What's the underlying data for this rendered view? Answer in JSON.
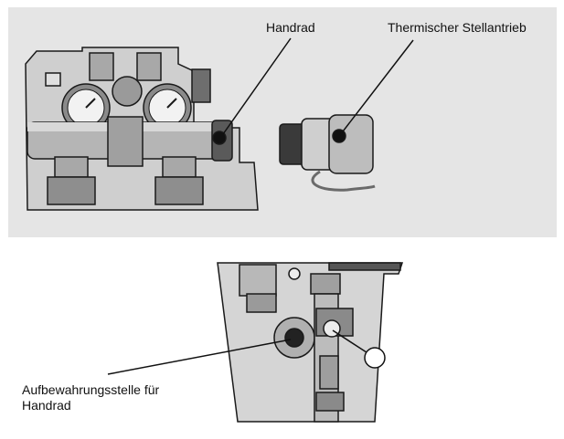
{
  "labels": {
    "handwheel": "Handrad",
    "thermal_actuator": "Thermischer Stellantrieb",
    "storage_line1": "Aufbewahrungsstelle für",
    "storage_line2": "Handrad"
  },
  "colors": {
    "panel_background": "#e5e5e5",
    "metal_light": "#bdbdbd",
    "metal_mid": "#9a9a9a",
    "metal_dark": "#4a4a4a",
    "outline": "#1a1a1a",
    "gauge_face": "#f2f2f2"
  },
  "icons": {
    "gauges": "pressure-gauge-icon",
    "knob": "handwheel-icon"
  }
}
